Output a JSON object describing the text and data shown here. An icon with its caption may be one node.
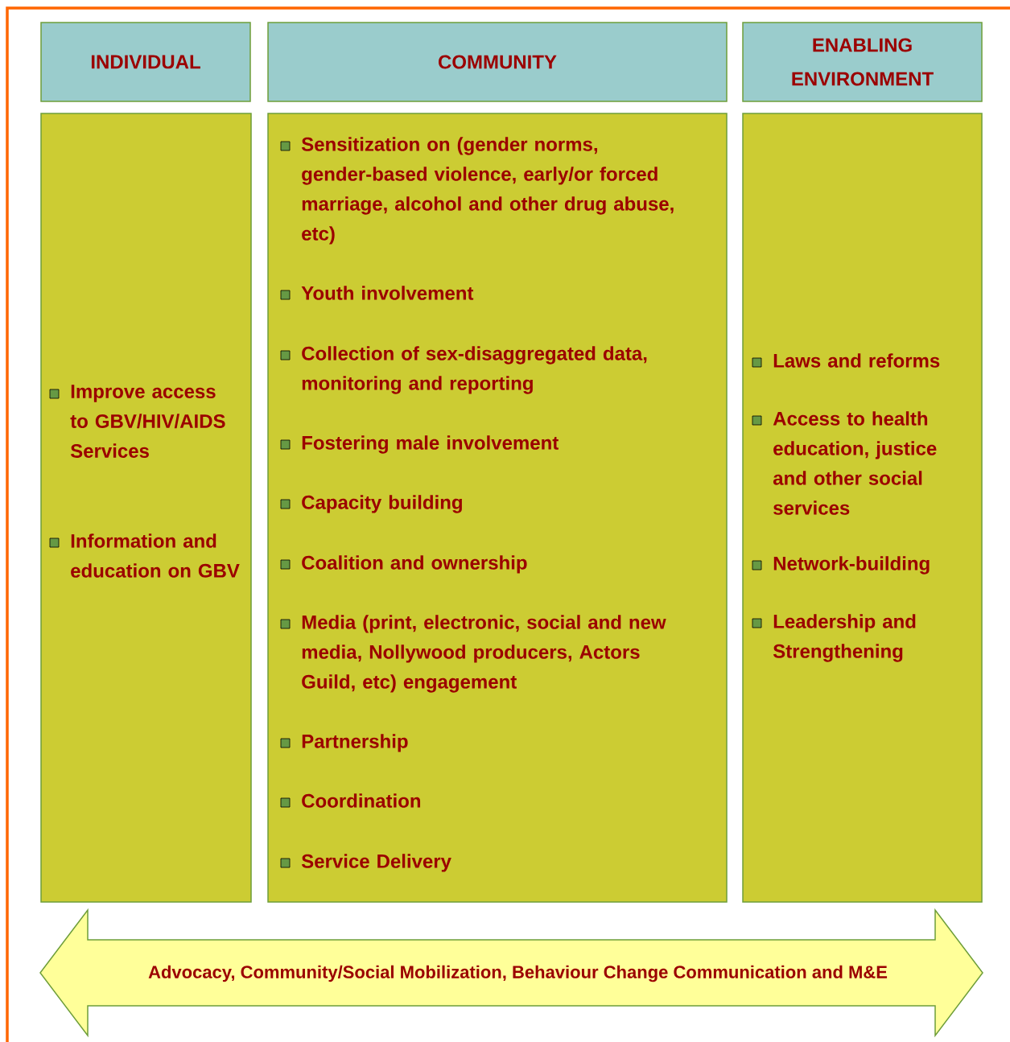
{
  "diagram": {
    "nodes": [
      {
        "text": [
          "INDIVIDUAL"
        ]
      },
      {
        "text": [
          "COMMUNITY"
        ]
      },
      {
        "text": [
          "ENABLING ENVIRONMENT"
        ]
      },
      {
        "text": [
          "Improve access to GBV/HIV/AIDS Services",
          "Information and education on GBV"
        ]
      },
      {
        "text": [
          "Sensitization on (gender norms, gender-based violence, early/or forced marriage, alcohol and other drug abuse, etc)",
          "Youth involvement",
          "Collection of sex-disaggregated data, monitoring and reporting",
          "Fostering male involvement",
          "Capacity building",
          "Coalition and ownership",
          "Media (print, electronic, social and new media, Nollywood producers, Actors Guild, etc) engagement",
          "Partnership",
          "Coordination",
          "Service Delivery"
        ]
      },
      {
        "text": [
          "Laws and reforms",
          "Access to health education, justice and other social services",
          "Network-building",
          "Leadership and Strengthening"
        ]
      },
      {
        "text": [
          "Advocacy, Community/Social Mobilization, Behaviour Change Communication and M&E"
        ]
      }
    ]
  }
}
